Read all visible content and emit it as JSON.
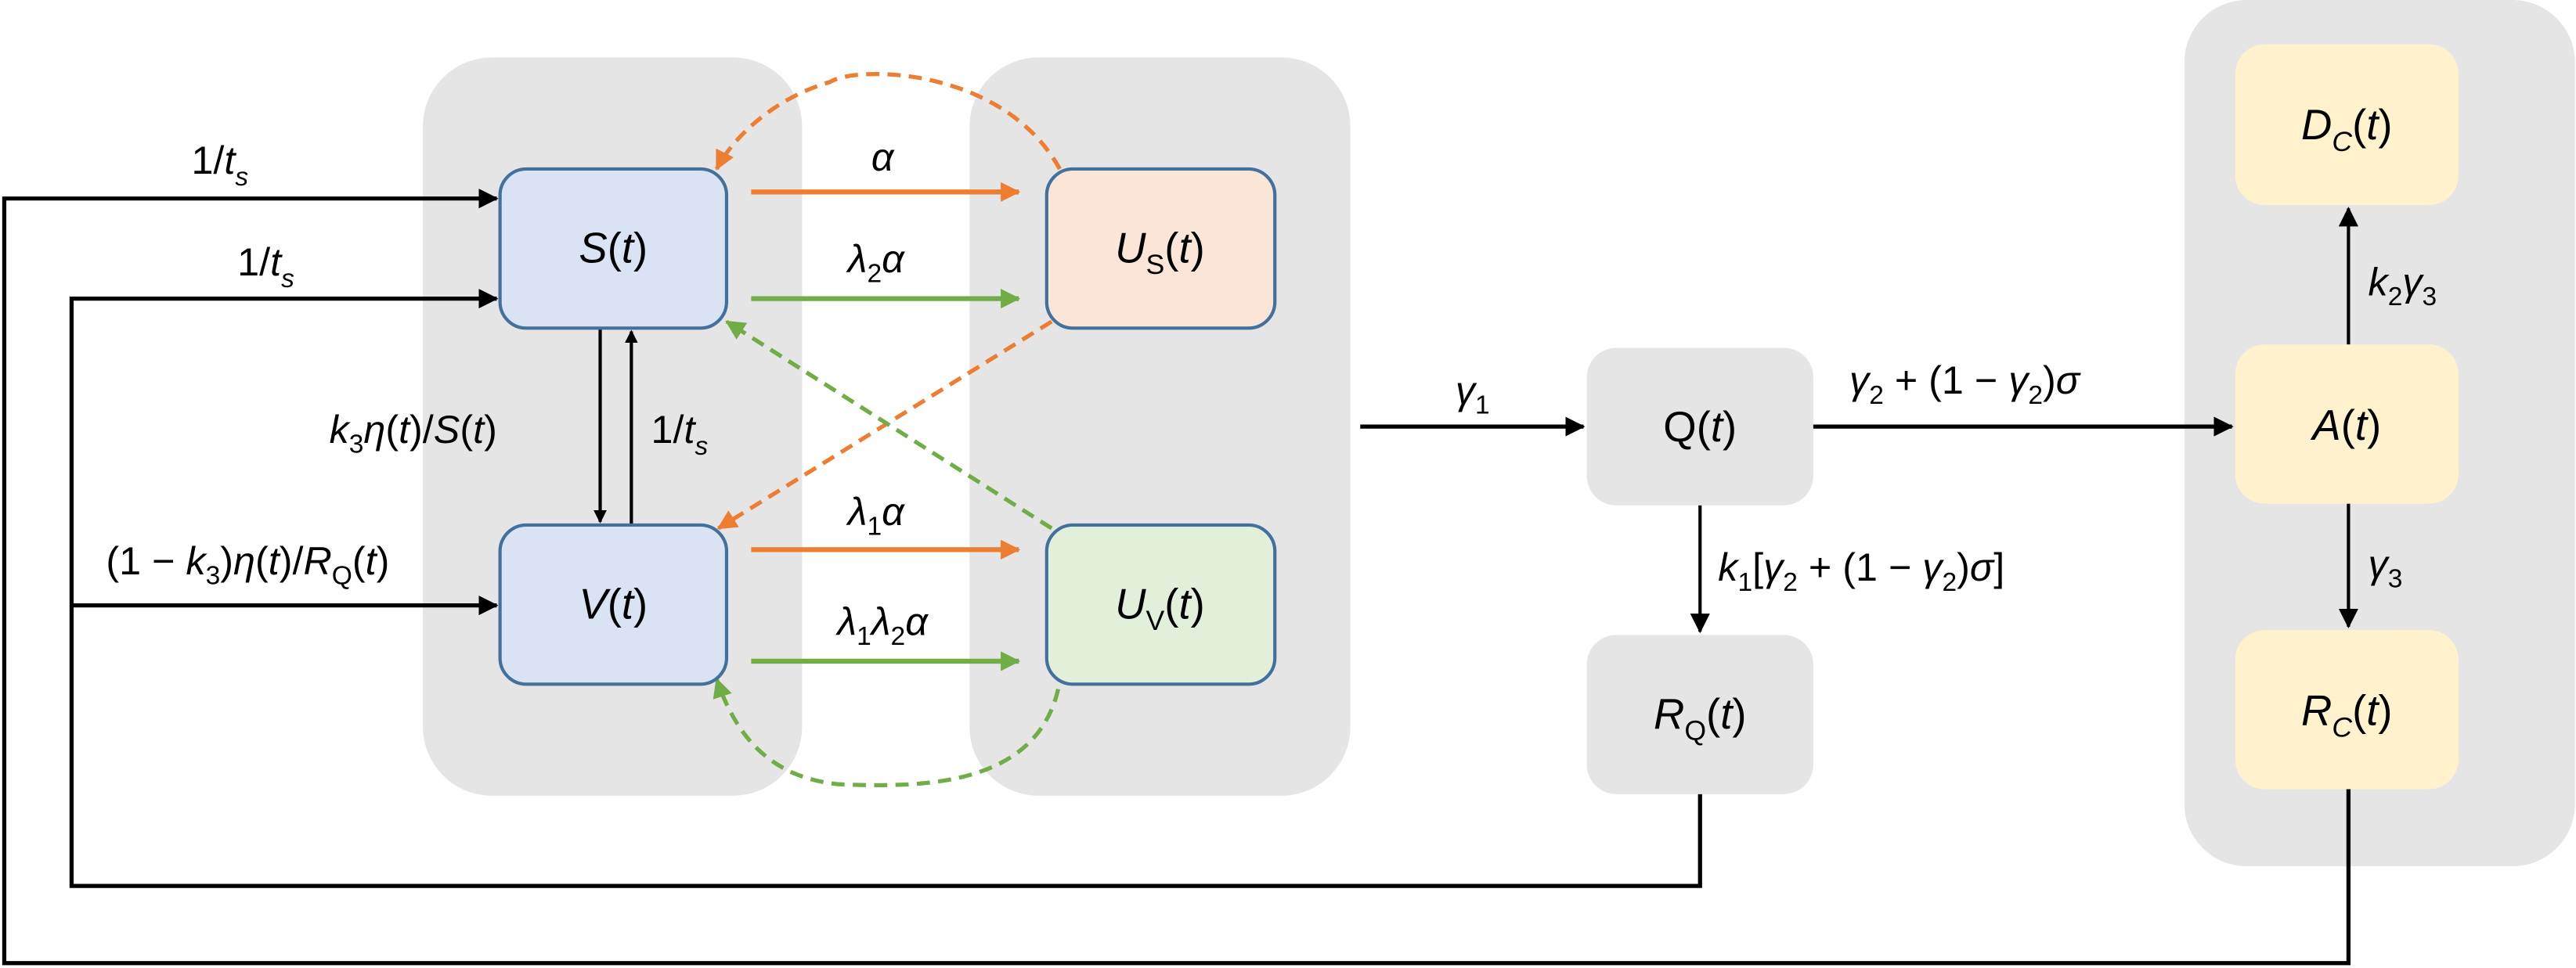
{
  "colors": {
    "panel": "#e5e5e5",
    "blue_box": "#dae3f3",
    "blue_border": "#41719c",
    "orange_box": "#fbe5d6",
    "green_box": "#e2f0d9",
    "yellow_box": "#fff2cc",
    "gray_box": "#e5e5e5",
    "orange": "#ed7d31",
    "green": "#70ad47",
    "black": "#000000"
  },
  "nodes": {
    "S": {
      "main": "S",
      "sub": "",
      "arg": "(t)"
    },
    "V": {
      "main": "V",
      "sub": "",
      "arg": "(t)"
    },
    "US": {
      "main": "U",
      "sub": "S",
      "arg": "(t)"
    },
    "UV": {
      "main": "U",
      "sub": "V",
      "arg": "(t)"
    },
    "Q": {
      "main": "Q",
      "sub": "",
      "arg": "(t)"
    },
    "RQ": {
      "main": "R",
      "sub": "Q",
      "arg": "(t)"
    },
    "A": {
      "main": "A",
      "sub": "",
      "arg": "(t)"
    },
    "DC": {
      "main": "D",
      "sub": "C",
      "arg": "(t)"
    },
    "RC": {
      "main": "R",
      "sub": "C",
      "arg": "(t)"
    }
  },
  "edges": {
    "in_top_S": "1/t_s",
    "in_second_S": "1/t_s",
    "S_to_V": "k_3 η(t)/S(t)",
    "V_to_S": "1/t_s",
    "RQ_to_V": "(1 − k_3)η(t)/R_Q(t)",
    "S_to_US": "α",
    "S_to_US_green": "λ_2 α",
    "V_to_UV": "λ_1 α",
    "V_to_UV_green": "λ_1 λ_2 α",
    "to_Q": "γ_1",
    "Q_to_A": "γ_2 + (1 − γ_2)σ",
    "Q_to_RQ": "k_1[γ_2 + (1 − γ_2)σ]",
    "A_to_DC": "k_2 γ_3",
    "A_to_RC": "γ_3"
  },
  "labels": {
    "one": "1/",
    "t": "t",
    "s": "s",
    "alpha": "α",
    "lambda": "λ",
    "gamma": "γ",
    "sigma": "σ",
    "eta": "η",
    "k": "k",
    "S": "S",
    "R": "R",
    "Q": "Q",
    "open": "(",
    "close": ")",
    "slash": "/",
    "minus": "1 − ",
    "plus": " + ",
    "lbr": "[",
    "rbr": "]",
    "sub1": "1",
    "sub2": "2",
    "sub3": "3"
  }
}
